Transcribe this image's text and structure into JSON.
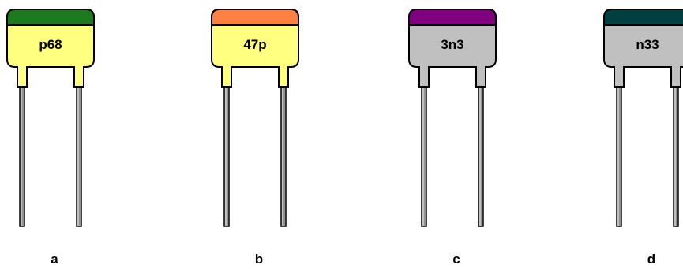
{
  "capacitors": [
    {
      "id": "a",
      "marking": "p68",
      "caption": "a",
      "band_color": "#1e7a1e",
      "body_color": "#ffff80"
    },
    {
      "id": "b",
      "marking": "47p",
      "caption": "b",
      "band_color": "#ff8040",
      "body_color": "#ffff80"
    },
    {
      "id": "c",
      "marking": "3n3",
      "caption": "c",
      "band_color": "#800080",
      "body_color": "#c0c0c0"
    },
    {
      "id": "d",
      "marking": "n33",
      "caption": "d",
      "band_color": "#004040",
      "body_color": "#c0c0c0"
    }
  ],
  "colors": {
    "outline": "#000000",
    "lead": "#808080",
    "lead_highlight": "#c0c0c0",
    "background": "#ffffff"
  }
}
